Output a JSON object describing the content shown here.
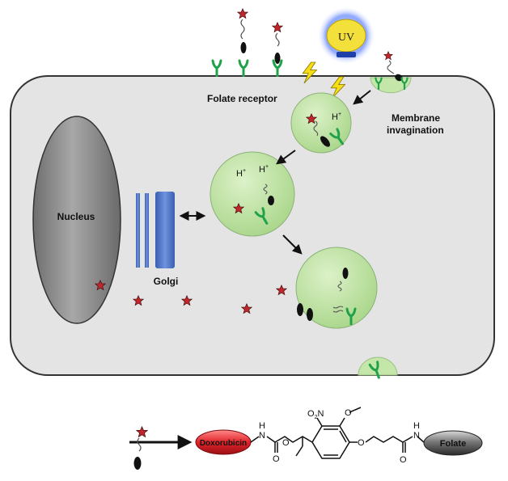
{
  "labels": {
    "uv": "UV",
    "folate_receptor": "Folate receptor",
    "membrane_line1": "Membrane",
    "membrane_line2": "invagination",
    "nucleus": "Nucleus",
    "golgi": "Golgi",
    "proton": "H",
    "proton_sup": "+"
  },
  "conjugate": {
    "drug": "Doxorubicin",
    "targeting": "Folate",
    "atom_H": "H",
    "atom_N": "N",
    "atom_O": "O",
    "atom_O2": "O",
    "nitro_main": "O",
    "nitro_sub": "2",
    "nitro_tail": "N"
  },
  "colors": {
    "cell_fill": "#e4e4e4",
    "vesicle_fill": "#c4e6a8",
    "receptor": "#1fa24a",
    "star": "#c0272d",
    "golgi": "#4a74c4",
    "uv_bulb": "#f4e03a",
    "doxorubicin": "#e0242a",
    "folate": "#555555"
  }
}
